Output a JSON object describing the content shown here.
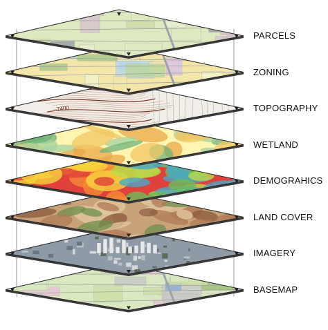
{
  "layers": [
    {
      "label": "PARCELS",
      "theme": "parcels"
    },
    {
      "label": "ZONING",
      "theme": "zoning"
    },
    {
      "label": "TOPOGRAPHY",
      "theme": "topography",
      "contour_label": "7400"
    },
    {
      "label": "WETLAND",
      "theme": "wetland"
    },
    {
      "label": "DEMOGRAHICS",
      "theme": "demographics"
    },
    {
      "label": "LAND COVER",
      "theme": "landcover"
    },
    {
      "label": "IMAGERY",
      "theme": "imagery"
    },
    {
      "label": "BASEMAP",
      "theme": "basemap"
    }
  ],
  "colors": {
    "edge": "#2a2a2a",
    "guide": "#555555",
    "parcels": [
      "#dfe9bf",
      "#cfdfa6",
      "#e8efd0",
      "#9aa0a8",
      "#d7c3cf"
    ],
    "zoning": [
      "#f3e6a8",
      "#bcd7a0",
      "#d9c4e6",
      "#b8d8e8",
      "#f2f2c8",
      "#a8c98a"
    ],
    "topography": [
      "#f1eee9",
      "#c9a48c",
      "#7a3a2a",
      "#a8b8a0"
    ],
    "wetland": [
      "#fff4b0",
      "#f2c765",
      "#a6d3a0",
      "#6fb37a",
      "#e9a84a"
    ],
    "demographics": [
      "#e0413a",
      "#f58a34",
      "#f6d23c",
      "#b9d94a",
      "#4aa7c8",
      "#6fba5a"
    ],
    "landcover": [
      "#c8a37a",
      "#8b5a3c",
      "#e2c9a2",
      "#6e8f4e",
      "#b07a55"
    ],
    "imagery": [
      "#8e9aa6",
      "#b9c0c8",
      "#6b7480",
      "#d4d8dc",
      "#5e6a5a"
    ],
    "basemap": [
      "#d9e8c0",
      "#cfe0a8",
      "#9fc07a",
      "#c9c9c9",
      "#e6c4d4",
      "#8fb0d8"
    ]
  }
}
